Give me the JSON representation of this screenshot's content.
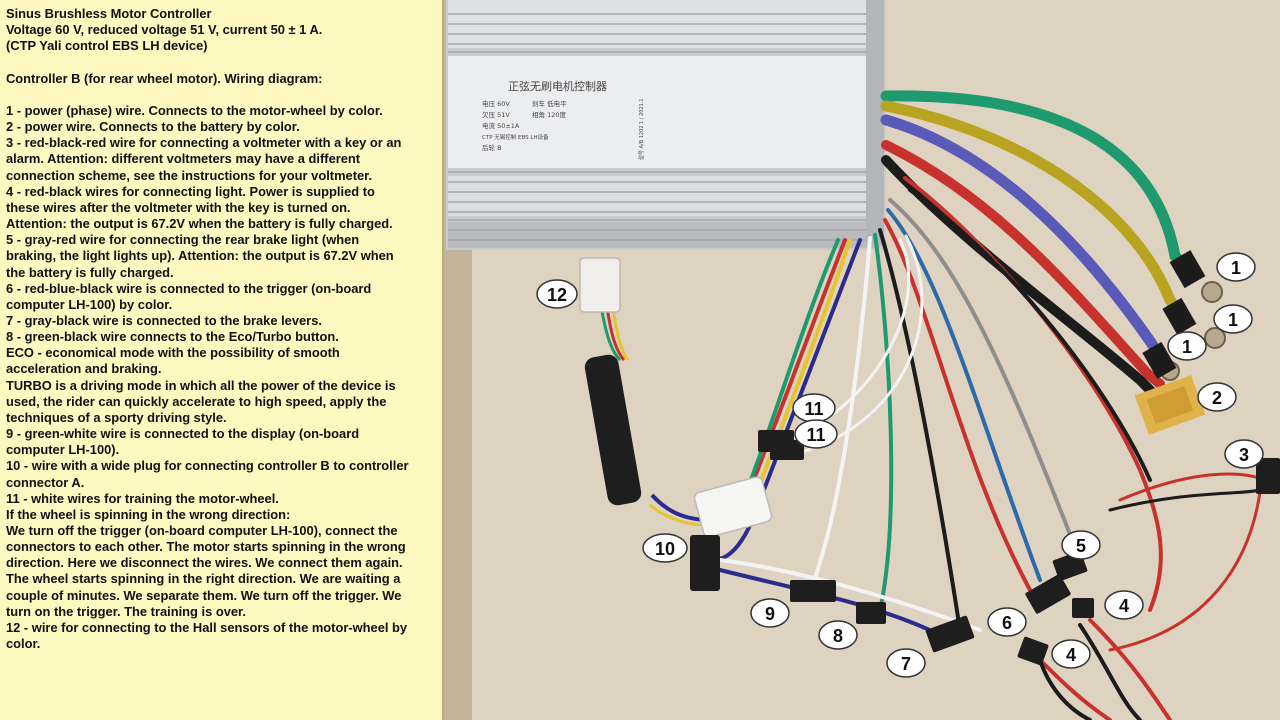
{
  "text_panel": {
    "lines": [
      "Sinus Brushless Motor Controller",
      "Voltage 60 V, reduced voltage 51 V, current 50 ± 1 A.",
      "(CTP Yali control EBS LH device)",
      "",
      "Controller B (for rear wheel motor). Wiring diagram:",
      "",
      "1 - power (phase) wire. Connects to the motor-wheel by color.",
      "2 - power wire. Connects to the battery by color.",
      "3 - red-black-red wire for connecting a voltmeter with a key or an",
      "alarm. Attention: different voltmeters may have a different",
      "connection scheme, see the instructions for your voltmeter.",
      "4 - red-black wires for connecting light. Power is supplied to",
      "these wires after the voltmeter with the key is turned on.",
      "Attention: the output is 67.2V when the battery is fully charged.",
      "5 - gray-red wire for connecting the rear brake light (when",
      "braking, the light lights up). Attention: the output is 67.2V when",
      "the battery is fully charged.",
      "6 - red-blue-black wire is connected to the trigger (on-board",
      "computer LH-100) by color.",
      "7 - gray-black wire is connected to the brake levers.",
      "8 - green-black wire connects to the Eco/Turbo button.",
      "ECO - economical mode with the possibility of smooth",
      "acceleration and braking.",
      "TURBO is a driving mode in which all the power of the device is",
      "used, the rider can quickly accelerate to high speed, apply the",
      "techniques of a sporty driving style.",
      "9 - green-white wire is connected to the display (on-board",
      "computer LH-100).",
      "10 - wire with a wide plug for connecting controller B to controller",
      "connector A.",
      "11 - white wires for training the motor-wheel.",
      "If the wheel is spinning in the wrong direction:",
      "We turn off the trigger (on-board computer LH-100), connect the",
      "connectors to each other. The motor starts spinning in the wrong",
      "direction. Here we disconnect the wires. We connect them again.",
      "The wheel starts spinning in the right direction. We are waiting a",
      "couple of minutes. We separate them. We turn off the trigger. We",
      "turn on the trigger. The training is over.",
      "12 - wire for connecting to the Hall sensors of the motor-wheel by",
      "color."
    ]
  },
  "controller_label": {
    "title": "正弦无刷电机控制器",
    "left_col": [
      "电压 60V",
      "欠压 51V",
      "电流 50±1A",
      "CTP 无锡控制 EBS LH设备"
    ],
    "right_col": [
      "刹车 低电平",
      "相角 120度"
    ],
    "bottom": "后轮 B",
    "side": "型号 A/B 1202 1 / 2021.1"
  },
  "callouts": [
    "1",
    "1",
    "1",
    "2",
    "3",
    "4",
    "4",
    "5",
    "6",
    "7",
    "8",
    "9",
    "10",
    "11",
    "11",
    "12"
  ],
  "colors": {
    "panel_bg": "#fdf7c0",
    "wall": "#d9cdb8",
    "aluminum": "#e6e7e9",
    "wire_green": "#1f9a6e",
    "wire_yellow": "#b9a422",
    "wire_blue": "#5a5ab8",
    "wire_red": "#c8322c",
    "wire_black": "#1c1c1c",
    "wire_white": "#f2f2f2",
    "plug_xt60": "#e0b24a"
  }
}
